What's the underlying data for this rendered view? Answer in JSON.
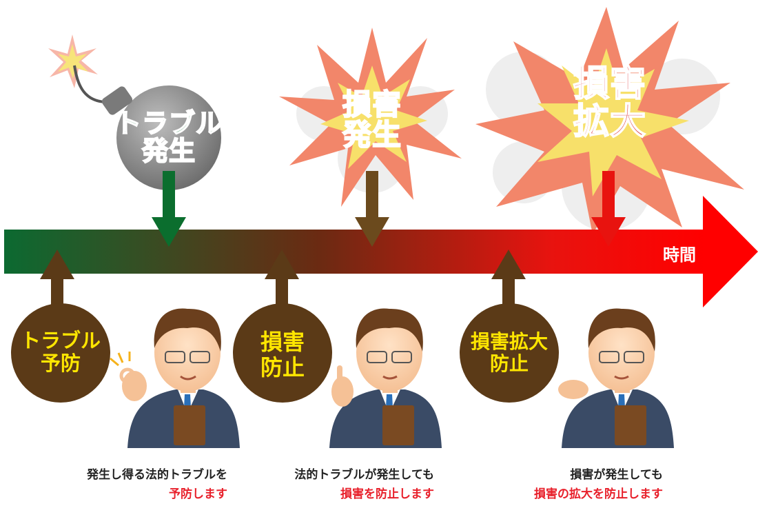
{
  "events": [
    {
      "label_line1": "トラブル",
      "label_line2": "発生",
      "color": "#0b6e2e"
    },
    {
      "label_line1": "損害",
      "label_line2": "発生",
      "color": "#d7191f"
    },
    {
      "label_line1": "損害",
      "label_line2": "拡大",
      "color": "#d7191f"
    }
  ],
  "timeline": {
    "axis_label": "時間",
    "color_start": "#0c6a31",
    "color_end": "#ff0000"
  },
  "measures": [
    {
      "line1": "トラブル",
      "line2": "予防",
      "caption_line1": "発生し得る法的トラブルを",
      "caption_line2": "予防します"
    },
    {
      "line1": "損害",
      "line2": "防止",
      "caption_line1": "法的トラブルが発生しても",
      "caption_line2": "損害を防止します"
    },
    {
      "line1": "損害拡大",
      "line2": "防止",
      "caption_line1": "損害が発生しても",
      "caption_line2": "損害の拡大を防止します"
    }
  ],
  "colors": {
    "brown": "#5b3a17",
    "circle_text": "#ffe600",
    "caption_red": "#e8202b",
    "caption_black": "#222222"
  }
}
